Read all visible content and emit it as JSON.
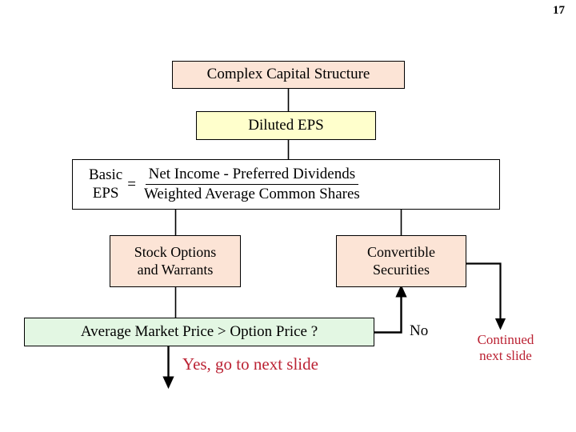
{
  "slide": {
    "page_number": "17",
    "background_color": "#FFFFFF"
  },
  "colors": {
    "box_peach": "#FCE4D6",
    "box_yellow": "#FFFFCC",
    "box_green": "#E3F7E3",
    "box_white": "#FFFFFF",
    "border": "#000000",
    "accent_red": "#BB2233",
    "text": "#000000"
  },
  "boxes": {
    "complex_capital_structure": {
      "label": "Complex Capital Structure",
      "fill": "#FCE4D6"
    },
    "diluted_eps": {
      "label": "Diluted EPS",
      "fill": "#FFFFCC"
    },
    "basic_eps_formula": {
      "lhs_line1": "Basic",
      "lhs_line2": "EPS",
      "equals": "=",
      "numerator": "Net Income - Preferred Dividends",
      "denominator": "Weighted Average Common Shares",
      "fill": "#FFFFFF"
    },
    "stock_options": {
      "line1": "Stock Options",
      "line2": "and Warrants",
      "fill": "#FCE4D6"
    },
    "convertible_securities": {
      "line1": "Convertible",
      "line2": "Securities",
      "fill": "#FCE4D6"
    },
    "average_market_price": {
      "label": "Average Market Price > Option Price ?",
      "fill": "#E3F7E3"
    }
  },
  "captions": {
    "yes_next_slide": "Yes, go to next slide",
    "continued_line1": "Continued",
    "continued_line2": "next slide",
    "no_label": "No"
  },
  "connectors": [
    {
      "name": "complex-to-diluted",
      "from": "complex_capital_structure",
      "to": "diluted_eps",
      "arrowhead": false
    },
    {
      "name": "diluted-to-formula",
      "from": "diluted_eps",
      "to": "basic_eps_formula",
      "arrowhead": false
    },
    {
      "name": "formula-to-stock-options",
      "from": "basic_eps_formula",
      "to": "stock_options",
      "arrowhead": false
    },
    {
      "name": "formula-to-convertible-securities",
      "from": "basic_eps_formula",
      "to": "convertible_securities",
      "arrowhead": false
    },
    {
      "name": "stock-options-to-average-market-price",
      "from": "stock_options",
      "to": "average_market_price",
      "arrowhead": false
    },
    {
      "name": "average-market-price-no-to-convertible-securities",
      "from": "average_market_price",
      "to": "convertible_securities",
      "label": "No",
      "arrowhead": true
    },
    {
      "name": "average-market-price-yes-down",
      "from": "average_market_price",
      "to": "yes_next_slide",
      "label": "Yes, go to next slide",
      "arrowhead": true
    },
    {
      "name": "convertible-securities-to-continued",
      "from": "convertible_securities",
      "to": "continued_next_slide",
      "arrowhead": true
    }
  ]
}
